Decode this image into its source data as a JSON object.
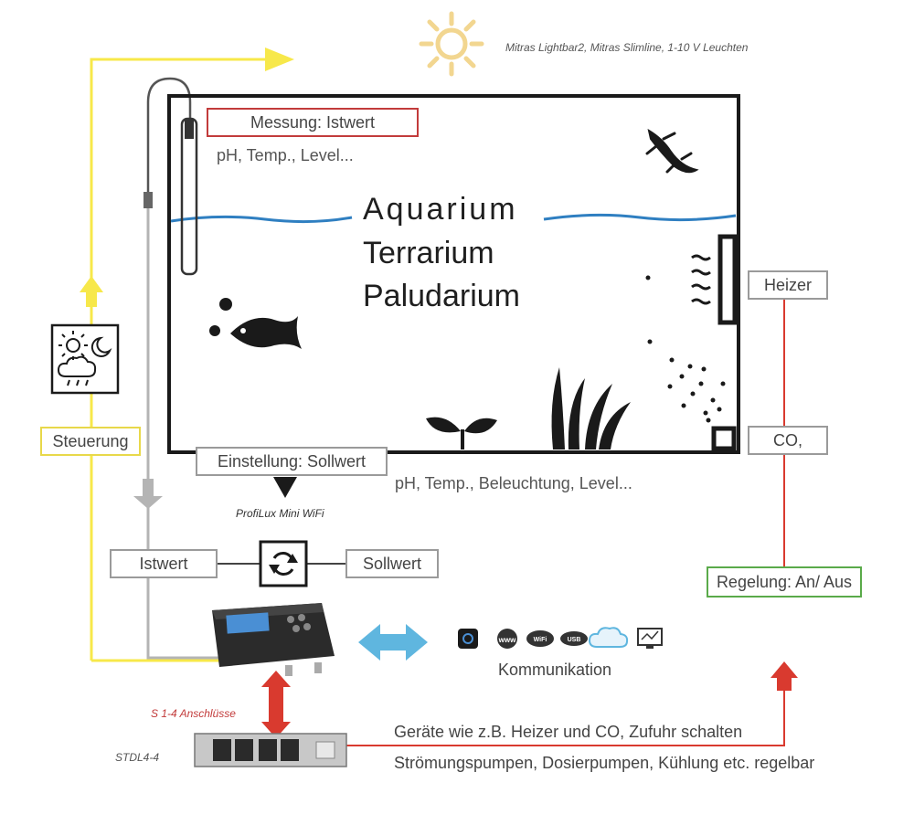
{
  "lighting": {
    "caption": "Mitras Lightbar2, Mitras Slimline, 1-10 V Leuchten"
  },
  "tank": {
    "measurement_label": "Messung: Istwert",
    "measurement_values": "pH, Temp., Level...",
    "habitats": [
      "Aquarium",
      "Terrarium",
      "Paludarium"
    ],
    "setpoint_label": "Einstellung: Sollwert",
    "setpoint_values": "pH, Temp., Beleuchtung, Level..."
  },
  "devices": {
    "heater": "Heizer",
    "co2": "CO,"
  },
  "controller": {
    "model": "ProfiLux Mini WiFi",
    "actual_value": "Istwert",
    "target_value": "Sollwert",
    "control_label": "Steuerung",
    "regulation_label": "Regelung: An/ Aus"
  },
  "communication": {
    "label": "Kommunikation",
    "icons": [
      "app-icon",
      "www-icon",
      "wifi-icon",
      "usb-icon",
      "cloud-icon",
      "monitor-icon"
    ]
  },
  "power_strip": {
    "ports_label": "S 1-4 Anschlüsse",
    "model": "STDL4-4",
    "line1": "Geräte wie z.B. Heizer und CO, Zufuhr schalten",
    "line2": "Strömungspumpen, Dosierpumpen, Kühlung etc. regelbar"
  },
  "colors": {
    "yellow": "#f7e84a",
    "gray": "#b4b4b4",
    "red": "#d93a2f",
    "blue_water": "#2f7fc1",
    "blue_arrow": "#5fb6df",
    "frame": "#1a1a1a"
  }
}
